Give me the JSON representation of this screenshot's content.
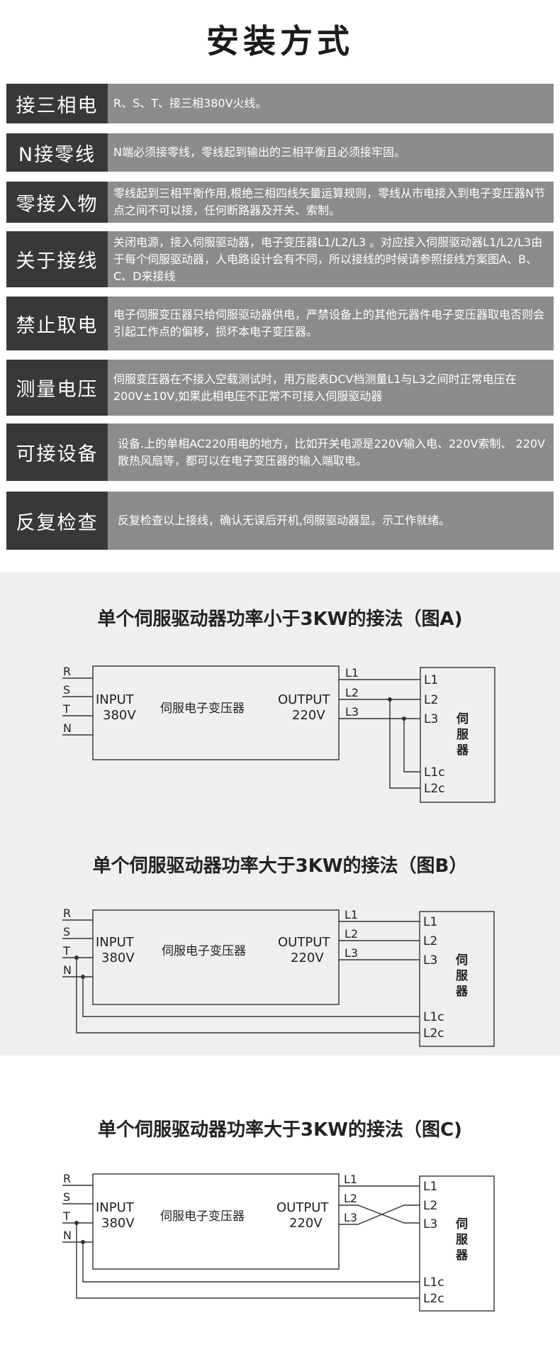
{
  "title": "安装方式",
  "rows": [
    {
      "label": "接三相电",
      "text": "R、S、T、接三相380V火线。"
    },
    {
      "label": "N接零线",
      "text": "N端必须接零线，零线起到输出的三相平衡且必须接牢固。"
    },
    {
      "label": "零接入物",
      "text": "零线起到三相平衡作用,根绝三相四线矢量运算规则，零线从市电接入到电子变压器N节点之间不可以接，任何断路器及开关、索制。"
    },
    {
      "label": "关于接线",
      "text": "关闭电源，接入伺服驱动器，电子变压器L1/L2/L3 。对应接入伺服驱动器L1/L2/L3由于每个伺服驱动器，人电路设计会有不同，所以接线的时候请参照接线方案图A、B、C、D来接线"
    },
    {
      "label": "禁止取电",
      "text": "电子伺服变压器只给伺服驱动器供电，严禁设备上的其他元器件电子变压器取电否则会引起工作点的偏移，损坏本电子变压器。"
    },
    {
      "label": "测量电压",
      "text": "伺服变压器在不接入空载测试时，用万能表DCV档测量L1与L3之间时正常电压在200V±10V,如果此相电压不正常不可接入伺服驱动器"
    },
    {
      "label": "可接设备",
      "text": "设备.上的单相AC220用电的地方，比如开关电源是220V输入电、220V索制、 220V散热风扇等，都可以在电子变压器的输入端取电。"
    },
    {
      "label": "反复检查",
      "text": "反复检查以上接线，确认无误后开机,伺服驱动器显。示工作就绪。"
    }
  ],
  "diagrams": [
    {
      "title": "单个伺服驱动器功率小于3KW的接法（图A)"
    },
    {
      "title": "单个伺服驱动器功率大于3KW的接法（图B）"
    },
    {
      "title": "单个伺服驱动器功率大于3KW的接法（图C)"
    }
  ],
  "labels": {
    "input_lines": [
      "R",
      "S",
      "T",
      "N"
    ],
    "input": "INPUT",
    "input_v": "380V",
    "transformer": "伺服电子变压器",
    "output": "OUTPUT",
    "output_v": "220V",
    "out_lines": [
      "L1",
      "L2",
      "L3"
    ],
    "servo_terms": [
      "L1",
      "L2",
      "L3",
      "L1c",
      "L2c"
    ],
    "servo_name": [
      "伺",
      "服",
      "器"
    ]
  },
  "colors": {
    "label_bg": "#383838",
    "text_bg": "#8c8c8c",
    "diagram_bg": "#efefef"
  }
}
